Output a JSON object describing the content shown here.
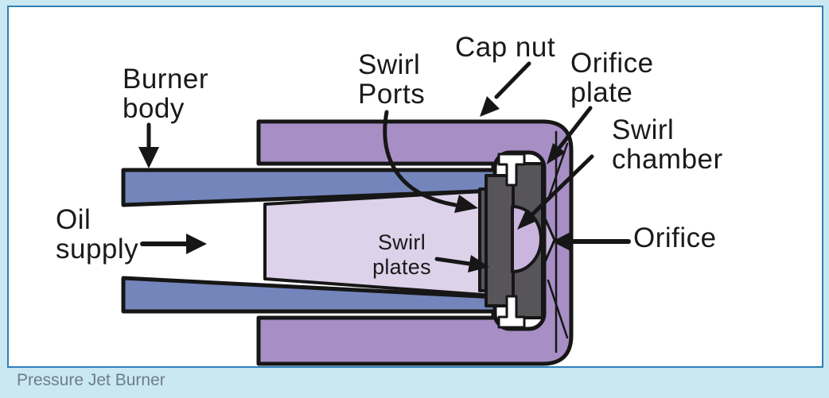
{
  "caption": "Pressure Jet Burner",
  "labels": {
    "burner_body": [
      "Burner",
      "body"
    ],
    "oil_supply": [
      "Oil",
      "supply"
    ],
    "swirl_ports": [
      "Swirl",
      "Ports"
    ],
    "cap_nut": [
      "Cap nut"
    ],
    "orifice_plate": [
      "Orifice",
      "plate"
    ],
    "swirl_chamber": [
      "Swirl",
      "chamber"
    ],
    "swirl_plates": [
      "Swirl",
      "plates"
    ],
    "orifice": [
      "Orifice"
    ]
  },
  "colors": {
    "page_bg": "#c9e8f2",
    "panel_bg": "#ffffff",
    "panel_border": "#2e80b9",
    "caption_text": "#6f7d88",
    "label_text": "#1a1a1a",
    "outline": "#161616",
    "cap_nut_purple": "#a78fc5",
    "wedge_purple": "#c9b5de",
    "interior_lavender": "#ddd2ea",
    "burner_blue": "#7385bb",
    "nozzle_gray": "#57545a",
    "white_fill": "#ffffff"
  }
}
